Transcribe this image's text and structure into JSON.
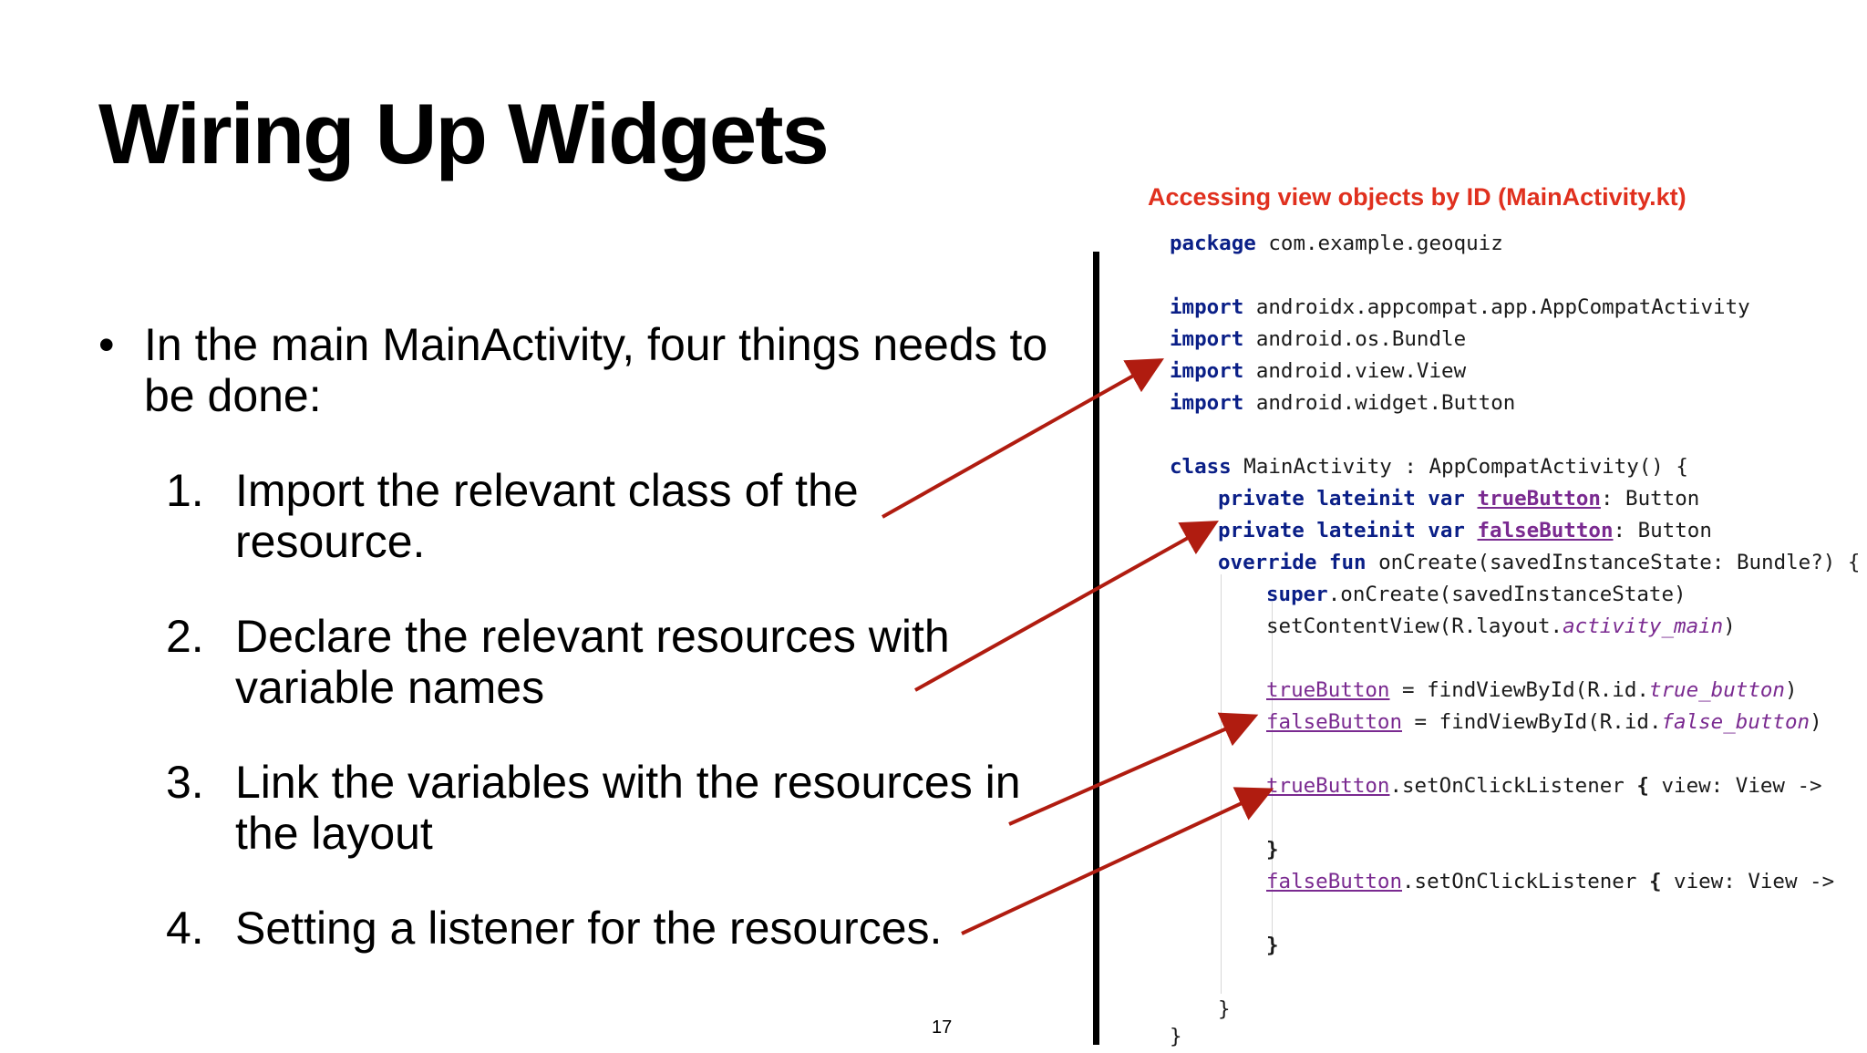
{
  "slide": {
    "title": "Wiring Up Widgets",
    "page_number": "17"
  },
  "left": {
    "bullet": "In the main MainActivity, four things needs to be done:",
    "bullet_marker": "•",
    "steps": [
      {
        "num": "1.",
        "text": "Import the relevant class of the resource."
      },
      {
        "num": "2.",
        "text": "Declare the relevant resources with variable names"
      },
      {
        "num": "3.",
        "text": "Link the variables with the resources in the layout"
      },
      {
        "num": "4.",
        "text": "Setting a listener for the resources."
      }
    ]
  },
  "code": {
    "caption": "Accessing view objects by ID (MainActivity.kt)",
    "lines": [
      [
        "package",
        " com.example.geoquiz"
      ],
      [
        "import",
        " androidx.appcompat.app.AppCompatActivity"
      ],
      [
        "import",
        " android.os.Bundle"
      ],
      [
        "import",
        " android.view.View"
      ],
      [
        "import",
        " android.widget.Button"
      ],
      [
        "class",
        " MainActivity : AppCompatActivity() {"
      ],
      [
        "private lateinit var",
        " ",
        "trueButton",
        ": Button"
      ],
      [
        "private lateinit var",
        " ",
        "falseButton",
        ": Button"
      ],
      [
        "override fun",
        " onCreate(savedInstanceState: Bundle?) {"
      ],
      [
        "super",
        ".onCreate(savedInstanceState)"
      ],
      [
        "setContentView(R.layout.",
        "activity_main",
        ")"
      ],
      [
        "trueButton",
        " = findViewById(R.id.",
        "true_button",
        ")"
      ],
      [
        "falseButton",
        " = findViewById(R.id.",
        "false_button",
        ")"
      ],
      [
        "trueButton",
        ".setOnClickListener ",
        "{",
        " view: View ->"
      ],
      [
        "}"
      ],
      [
        "falseButton",
        ".setOnClickListener ",
        "{",
        " view: View ->"
      ],
      [
        "}"
      ],
      [
        "}"
      ],
      [
        "}"
      ]
    ]
  },
  "colors": {
    "caption": "#e0301e",
    "keyword": "#0a1f87",
    "property": "#7a2a90",
    "arrow": "#b01c10"
  }
}
